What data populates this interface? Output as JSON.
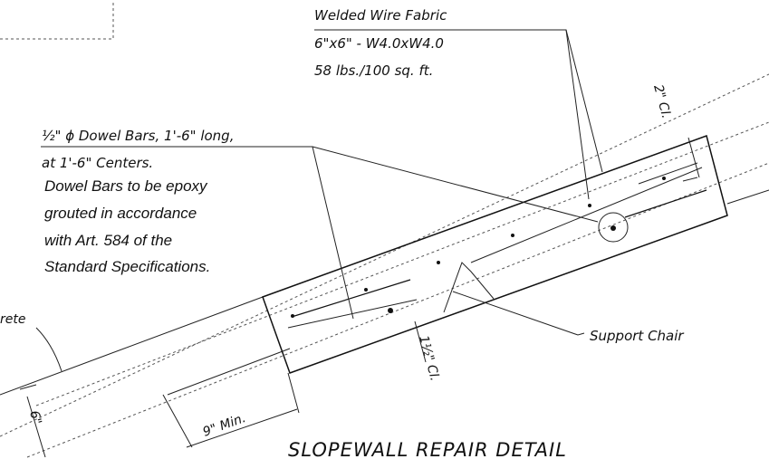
{
  "wwf": {
    "line1": "Welded Wire Fabric",
    "line2": "6\"x6\" - W4.0xW4.0",
    "line3": "58 lbs./100 sq. ft."
  },
  "dowel": {
    "line1": "½\" ϕ Dowel Bars, 1'-6\" long,",
    "line2": "at 1'-6\" Centers.",
    "note1": "Dowel Bars to be epoxy",
    "note2": "grouted in accordance",
    "note3": "with Art. 584 of the",
    "note4": "Standard Specifications."
  },
  "concrete_label": "rete",
  "support_chair": "Support Chair",
  "dims": {
    "top_clear": "2\" Cl.",
    "bottom_clear": "1½\" Cl.",
    "min_length": "9\" Min.",
    "thickness": "6\""
  },
  "title": "SLOPEWALL REPAIR DETAIL"
}
